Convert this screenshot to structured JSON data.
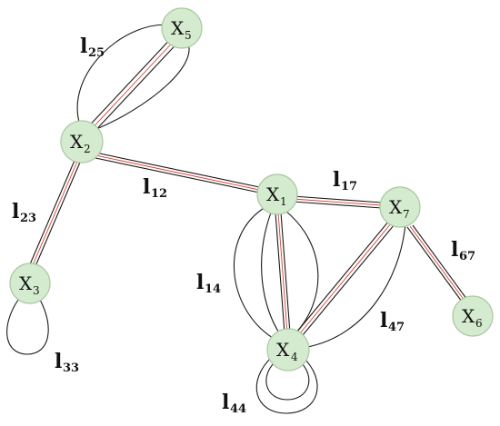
{
  "nodes": [
    {
      "id": "x1",
      "letter": "X",
      "sub": "1"
    },
    {
      "id": "x2",
      "letter": "X",
      "sub": "2"
    },
    {
      "id": "x3",
      "letter": "X",
      "sub": "3"
    },
    {
      "id": "x4",
      "letter": "X",
      "sub": "4"
    },
    {
      "id": "x5",
      "letter": "X",
      "sub": "5"
    },
    {
      "id": "x6",
      "letter": "X",
      "sub": "6"
    },
    {
      "id": "x7",
      "letter": "X",
      "sub": "7"
    }
  ],
  "edge_labels": [
    {
      "id": "l25",
      "letter": "l",
      "sub": "25"
    },
    {
      "id": "l23",
      "letter": "l",
      "sub": "23"
    },
    {
      "id": "l12",
      "letter": "l",
      "sub": "12"
    },
    {
      "id": "l17",
      "letter": "l",
      "sub": "17"
    },
    {
      "id": "l67",
      "letter": "l",
      "sub": "67"
    },
    {
      "id": "l14",
      "letter": "l",
      "sub": "14"
    },
    {
      "id": "l47",
      "letter": "l",
      "sub": "47"
    },
    {
      "id": "l33",
      "letter": "l",
      "sub": "33"
    },
    {
      "id": "l44",
      "letter": "l",
      "sub": "44"
    }
  ],
  "colors": {
    "node_fill": "#d5ebcf",
    "highlight_edge": "#d9412e",
    "edge": "#1a1a1a"
  }
}
